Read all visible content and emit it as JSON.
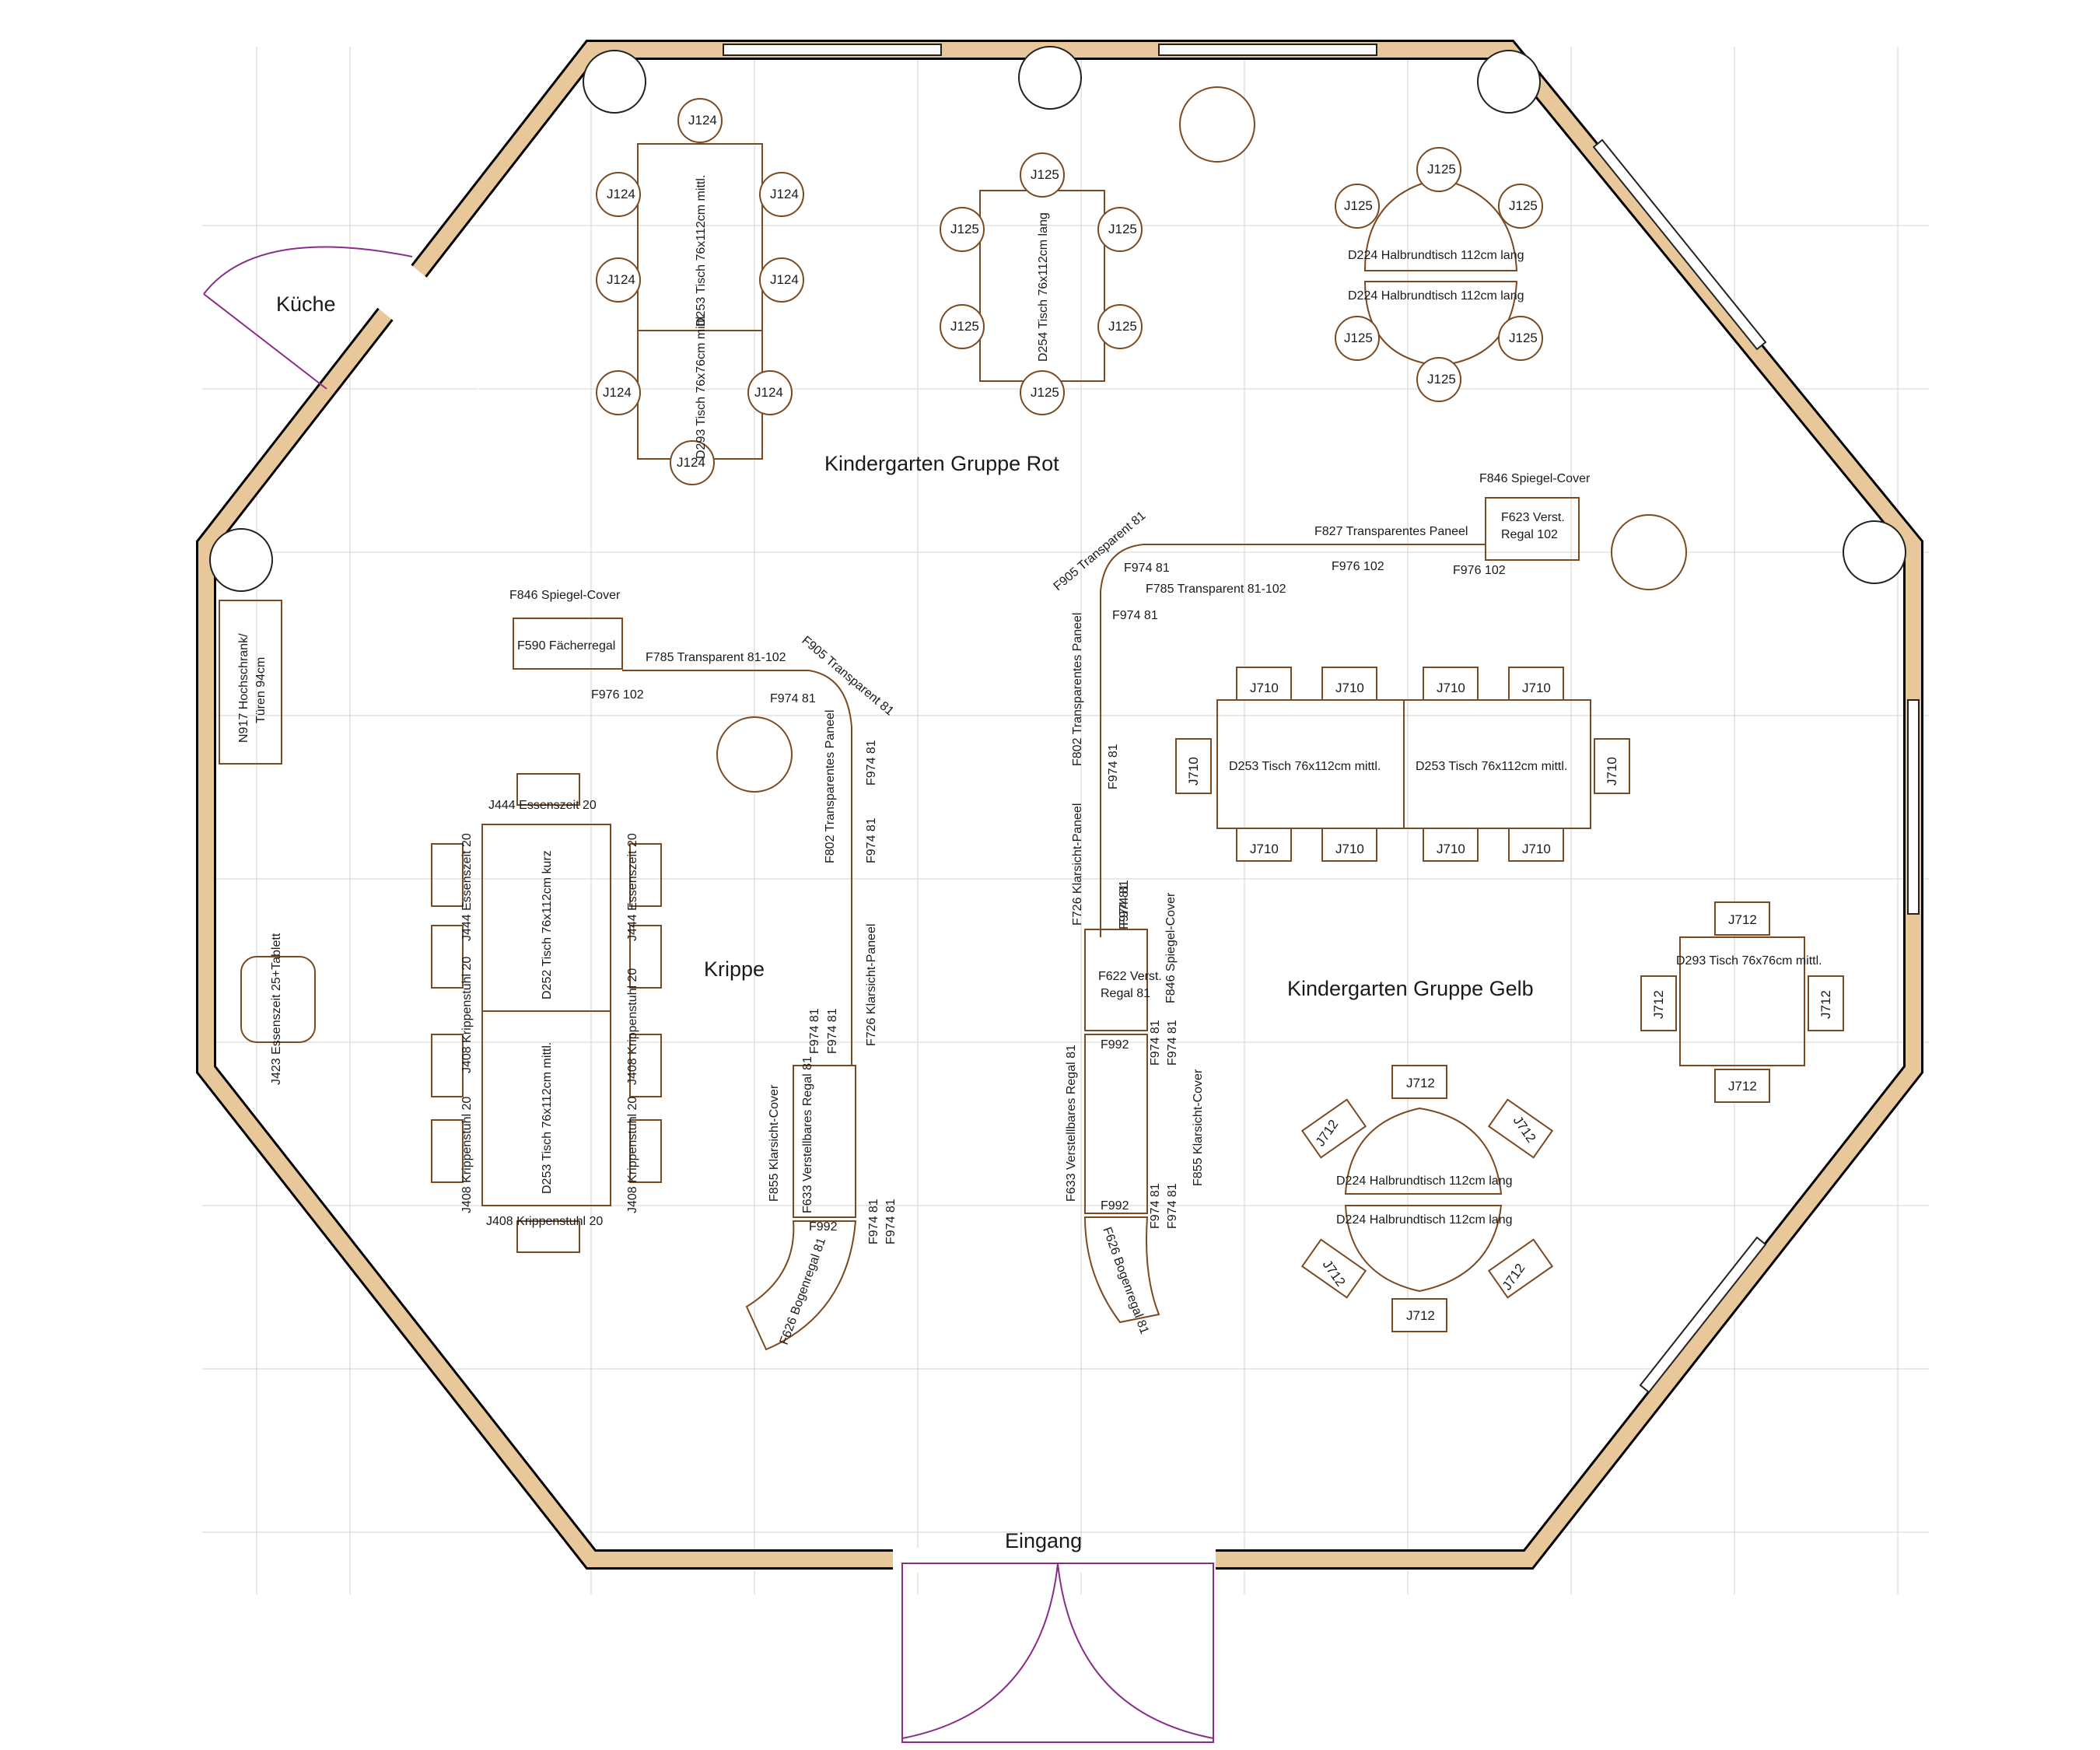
{
  "rooms": {
    "kueche": "Küche",
    "rot": "Kindergarten Gruppe Rot",
    "krippe": "Krippe",
    "gelb": "Kindergarten Gruppe Gelb",
    "eingang": "Eingang"
  },
  "labels": {
    "j124": "J124",
    "j125": "J125",
    "j710": "J710",
    "j712": "J712",
    "d253_rot": "D253 Tisch 76x112cm mittl.",
    "d293_rot": "D293 Tisch 76x76cm mittl.",
    "d254_rot": "D254 Tisch 76x112cm lang",
    "d224": "D224 Halbrundtisch 112cm lang",
    "f846": "F846 Spiegel-Cover",
    "f623a": "F623 Verst.",
    "f623b": "Regal 102",
    "f827": "F827 Transparentes Paneel",
    "f976": "F976 102",
    "f905": "F905 Transparent 81",
    "f974": "F974 81",
    "f785": "F785 Transparent 81-102",
    "f802": "F802 Transparentes Paneel",
    "f726": "F726 Klarsicht-Paneel",
    "f590": "F590 Fächerregal",
    "n917a": "N917 Hochschrank/",
    "n917b": "Türen 94cm",
    "j423": "J423 Essenszeit 25+Tablett",
    "j444": "J444 Essenszeit 20",
    "j444s": "J444 Essenszeit 20",
    "d252": "D252 Tisch 76x112cm kurz",
    "d253": "D253 Tisch 76x112cm mittl.",
    "j408": "J408 Krippenstuhl 20",
    "j408s": "J408 Krippenstuhl 20",
    "f855": "F855 Klarsicht-Cover",
    "f633": "F633 Verstellbares Regal 81",
    "f992": "F992",
    "f626": "F626 Bogenregal 81",
    "f622a": "F622 Verst.",
    "f622b": "Regal 81",
    "f846v": "F846 Spiegel-Cover",
    "d293_gelb": "D293 Tisch 76x76cm mittl."
  },
  "colors": {
    "wall_outline": "#000000",
    "wall_fill": "#e8c79a",
    "furniture": "#7a4a22",
    "door": "#8a2c8a",
    "grid": "#dcdcdc"
  }
}
